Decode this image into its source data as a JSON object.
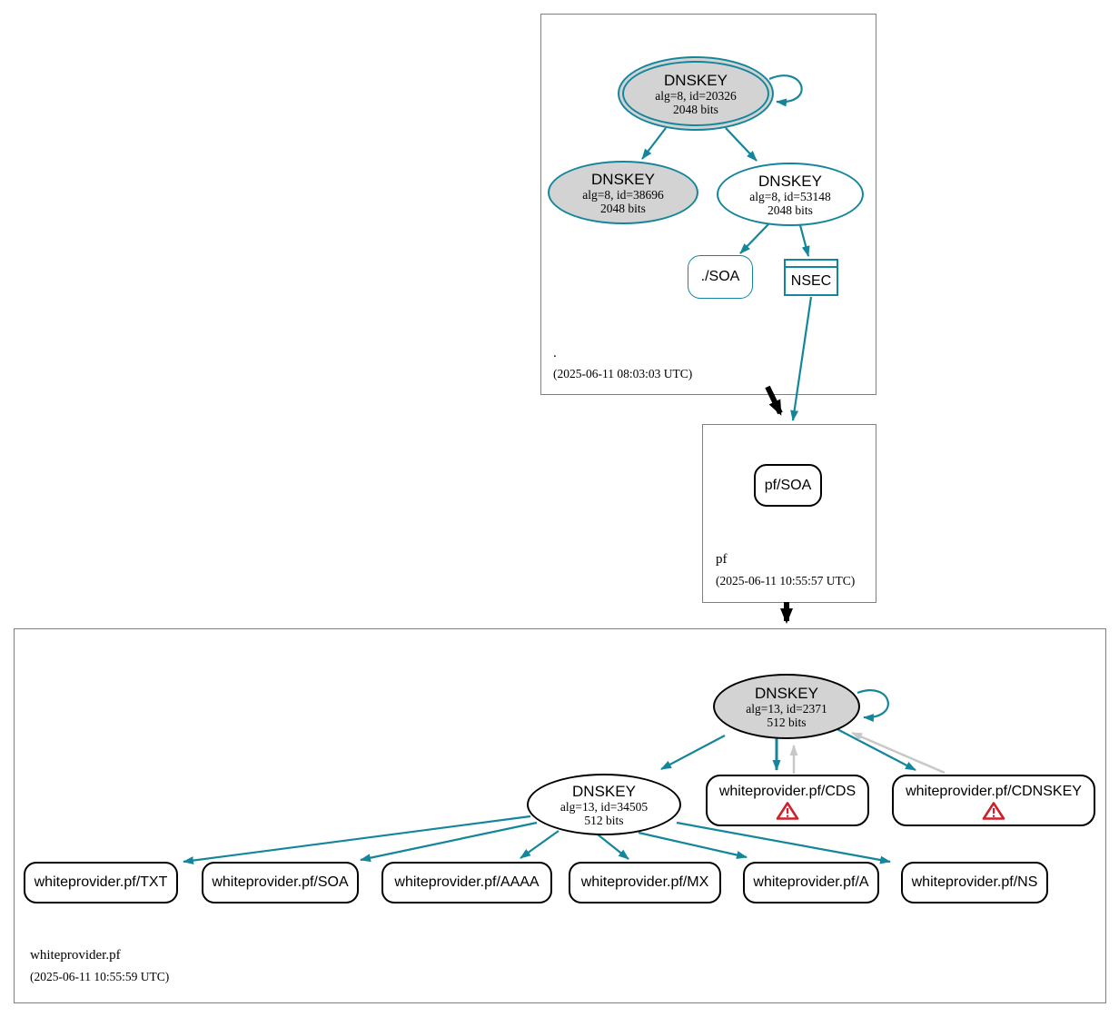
{
  "colors": {
    "teal": "#14869B",
    "node_fill_gray": "#d3d3d3",
    "edge_gray": "#c8c8c8",
    "warning_red": "#CE2029",
    "zone_border": "#7f7f7f"
  },
  "zones": {
    "root": {
      "name": ".",
      "timestamp": "(2025-06-11 08:03:03 UTC)",
      "ksk": {
        "title": "DNSKEY",
        "detail": "alg=8, id=20326",
        "bits": "2048 bits"
      },
      "zsk1": {
        "title": "DNSKEY",
        "detail": "alg=8, id=38696",
        "bits": "2048 bits"
      },
      "zsk2": {
        "title": "DNSKEY",
        "detail": "alg=8, id=53148",
        "bits": "2048 bits"
      },
      "soa": {
        "label": "./SOA"
      },
      "nsec": {
        "label": "NSEC"
      }
    },
    "pf": {
      "name": "pf",
      "timestamp": "(2025-06-11 10:55:57 UTC)",
      "soa": {
        "label": "pf/SOA"
      }
    },
    "wp": {
      "name": "whiteprovider.pf",
      "timestamp": "(2025-06-11 10:55:59 UTC)",
      "ksk": {
        "title": "DNSKEY",
        "detail": "alg=13, id=2371",
        "bits": "512 bits"
      },
      "zsk": {
        "title": "DNSKEY",
        "detail": "alg=13, id=34505",
        "bits": "512 bits"
      },
      "cds": {
        "label": "whiteprovider.pf/CDS"
      },
      "cdnskey": {
        "label": "whiteprovider.pf/CDNSKEY"
      },
      "rrsets": [
        {
          "label": "whiteprovider.pf/TXT"
        },
        {
          "label": "whiteprovider.pf/SOA"
        },
        {
          "label": "whiteprovider.pf/AAAA"
        },
        {
          "label": "whiteprovider.pf/MX"
        },
        {
          "label": "whiteprovider.pf/A"
        },
        {
          "label": "whiteprovider.pf/NS"
        }
      ]
    }
  }
}
